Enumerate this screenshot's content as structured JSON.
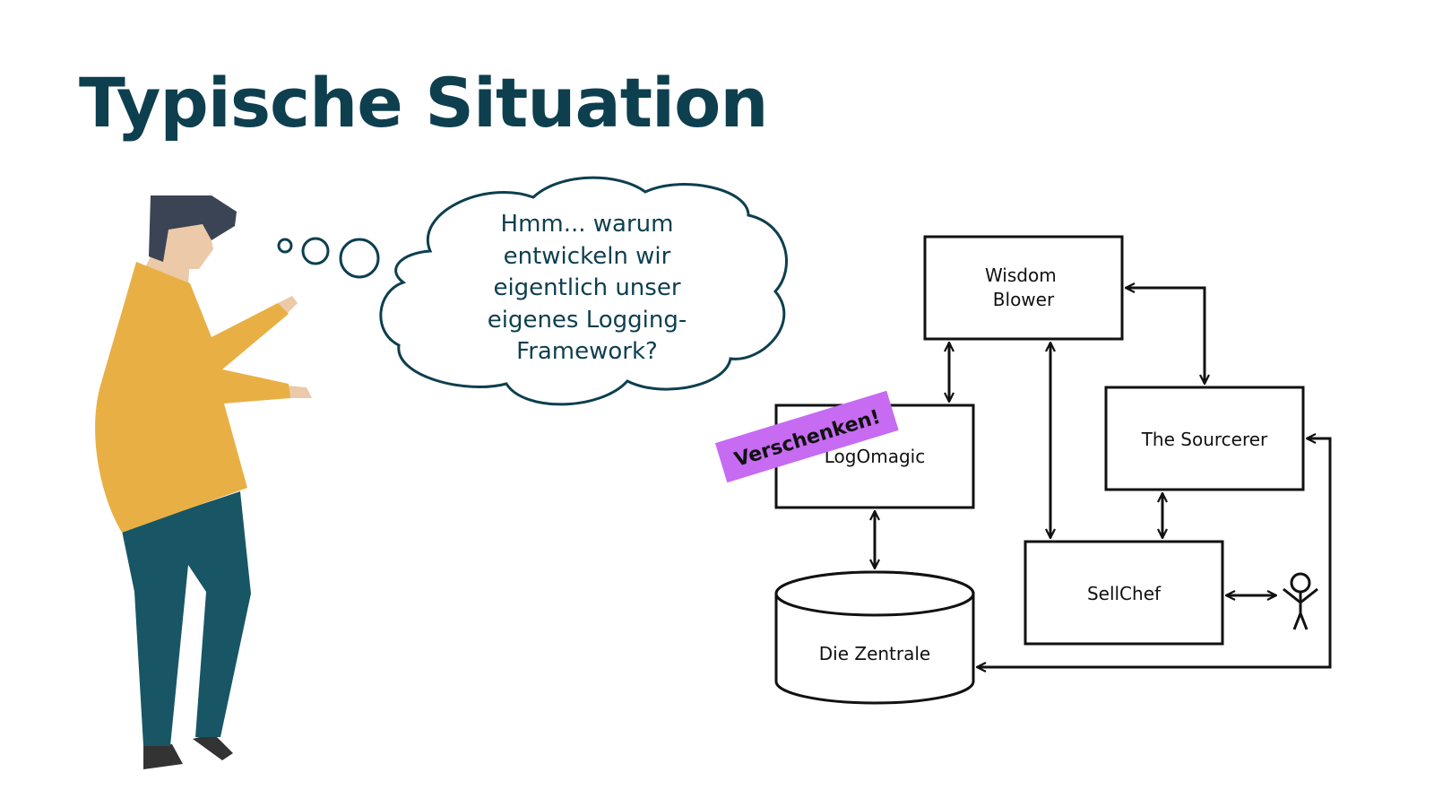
{
  "title": "Typische Situation",
  "thought_bubble": {
    "lines": [
      "Hmm... warum",
      "entwickeln wir",
      "eigentlich unser",
      "eigenes Logging-",
      "Framework?"
    ]
  },
  "diagram": {
    "nodes": {
      "wisdom_blower": [
        "Wisdom",
        "Blower"
      ],
      "logomagic": "LogOmagic",
      "the_sourcerer": "The Sourcerer",
      "sellchef": "SellChef",
      "die_zentrale": "Die Zentrale"
    },
    "sticker": "Verschenken!"
  },
  "colors": {
    "title": "#0d3f4f",
    "sweater": "#e8b044",
    "trousers": "#185665",
    "hair": "#3a4455",
    "skin": "#ecc9a8",
    "sticker": "#c66bf2",
    "line": "#111111"
  }
}
